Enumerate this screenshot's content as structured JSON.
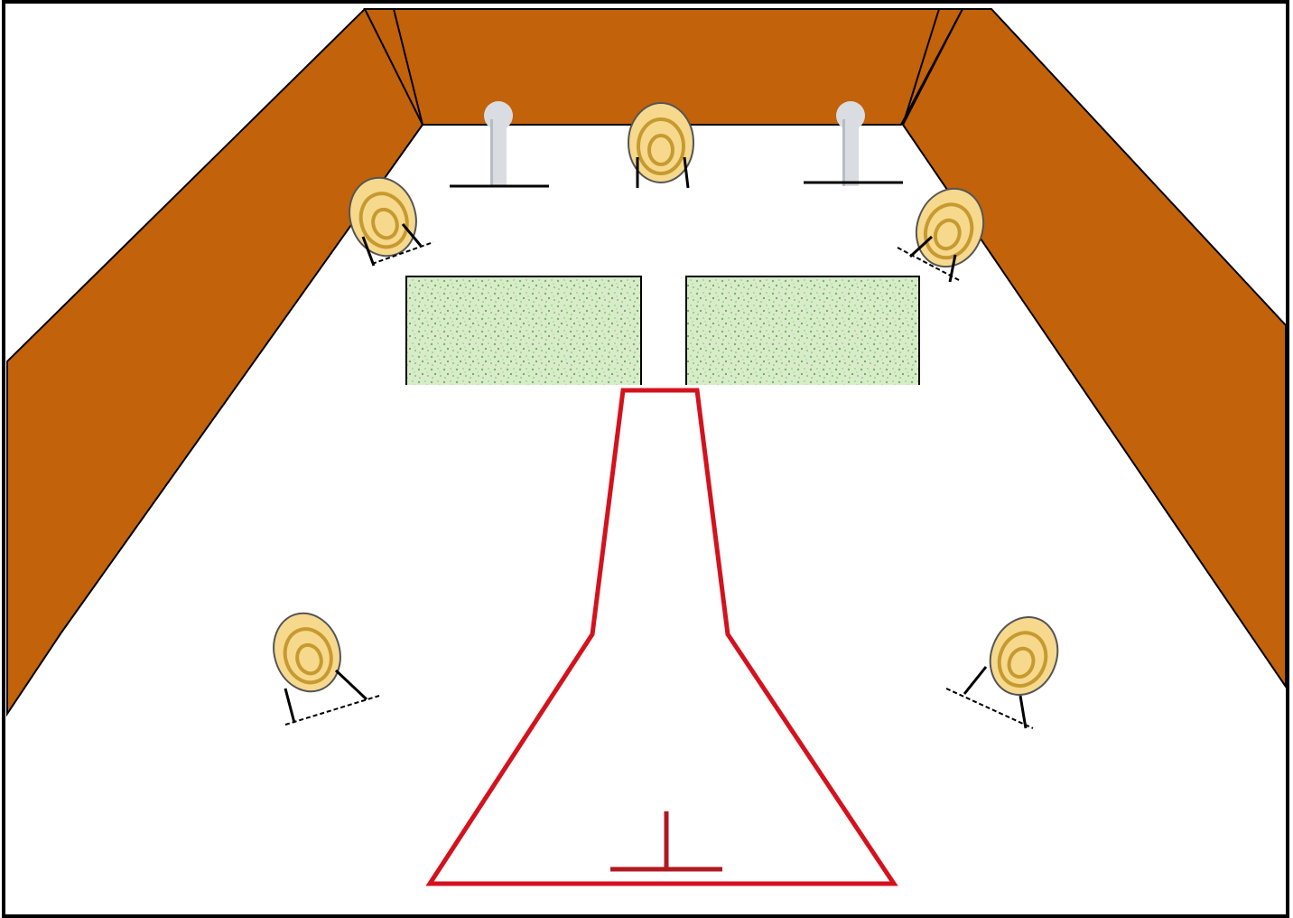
{
  "diagram": {
    "colors": {
      "berm": "#c2620a",
      "outline": "#000000",
      "shooting_lane": "#d4121d",
      "barricade": "#d8ecc9",
      "barricade_speckle": "#7bb36a",
      "target_face": "#f6d98d",
      "target_ring": "#c79a2f",
      "steel_popper": "#d9dde2",
      "background": "#ffffff"
    },
    "elements": {
      "berms": [
        "left-berm",
        "back-berm",
        "right-berm"
      ],
      "barricades": [
        "barricade-left",
        "barricade-right"
      ],
      "paper_targets": [
        "target-back-center",
        "target-mid-left",
        "target-mid-right",
        "target-near-left",
        "target-near-right"
      ],
      "steel_targets": [
        "popper-left",
        "popper-right"
      ],
      "shooting_area": "shooting-box",
      "start_position": "start-marker"
    }
  }
}
